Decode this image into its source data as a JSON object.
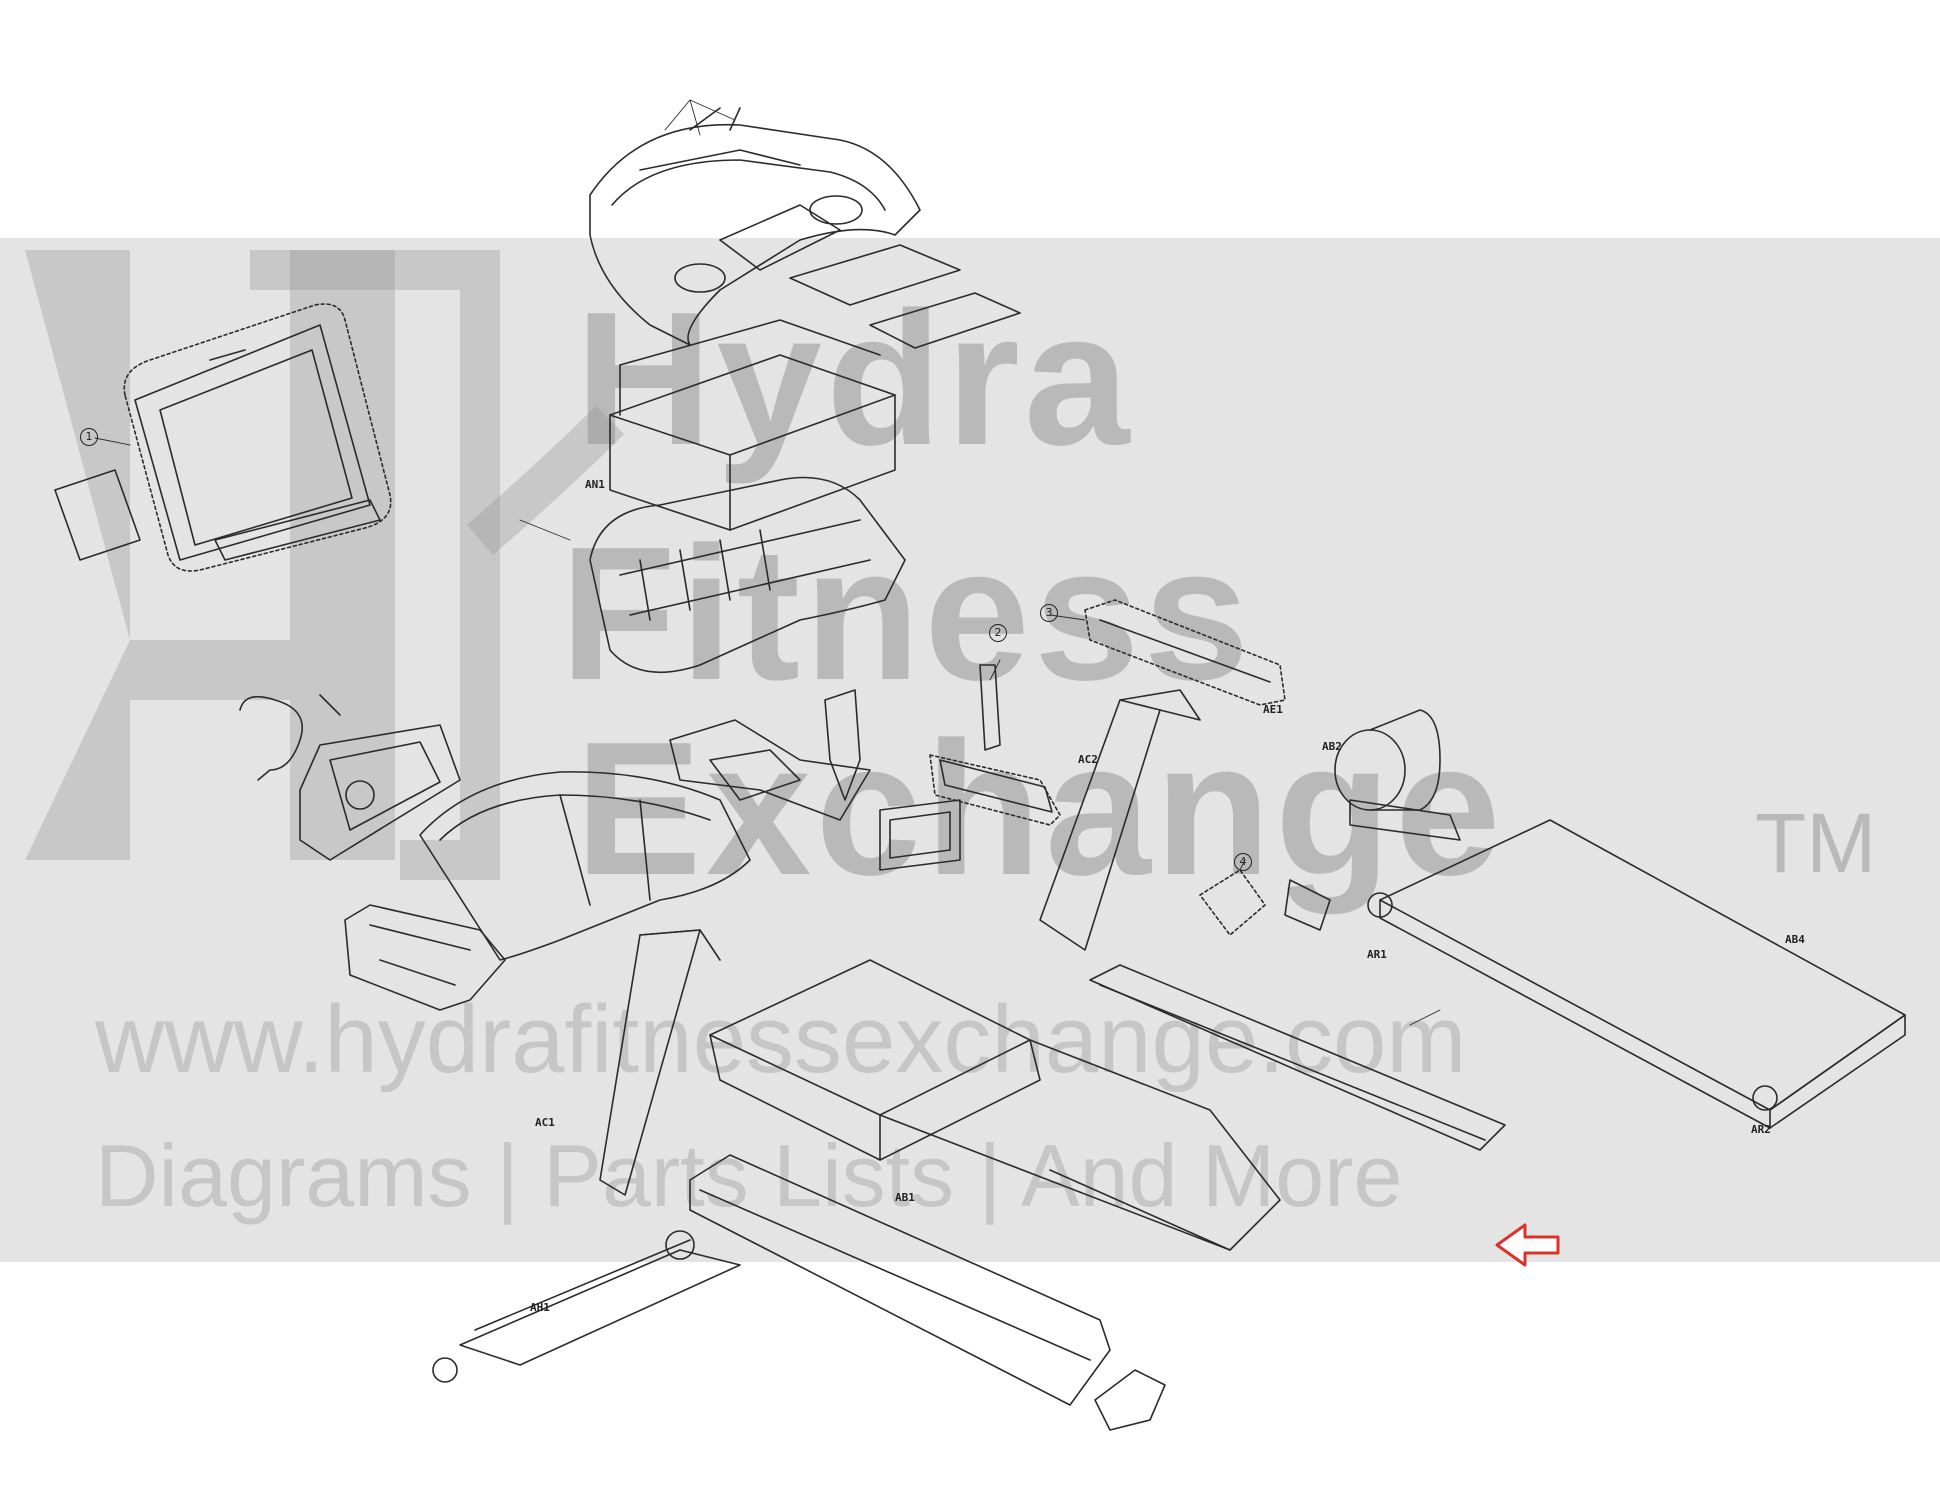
{
  "watermark": {
    "brand_line1": "Hydra",
    "brand_line2": "Fitness",
    "brand_line3": "Exchange",
    "trademark": "TM",
    "url": "www.hydrafitnessexchange.com",
    "tagline": "Diagrams | Parts Lists | And More"
  },
  "diagram": {
    "callout_circles": [
      "1",
      "2",
      "3",
      "4"
    ],
    "part_labels": {
      "AN1": "AN1",
      "AC1": "AC1",
      "AC2": "AC2",
      "AB1": "AB1",
      "AB2": "AB2",
      "AB4": "AB4",
      "AH1": "AH1",
      "AR1": "AR1",
      "AR2": "AR2",
      "AE1": "AE1"
    },
    "highlight_arrow_color": "#d9342b"
  },
  "colors": {
    "line": "#2b2b2b",
    "watermark_band": "#c8c8c8",
    "arrow": "#d9342b"
  }
}
